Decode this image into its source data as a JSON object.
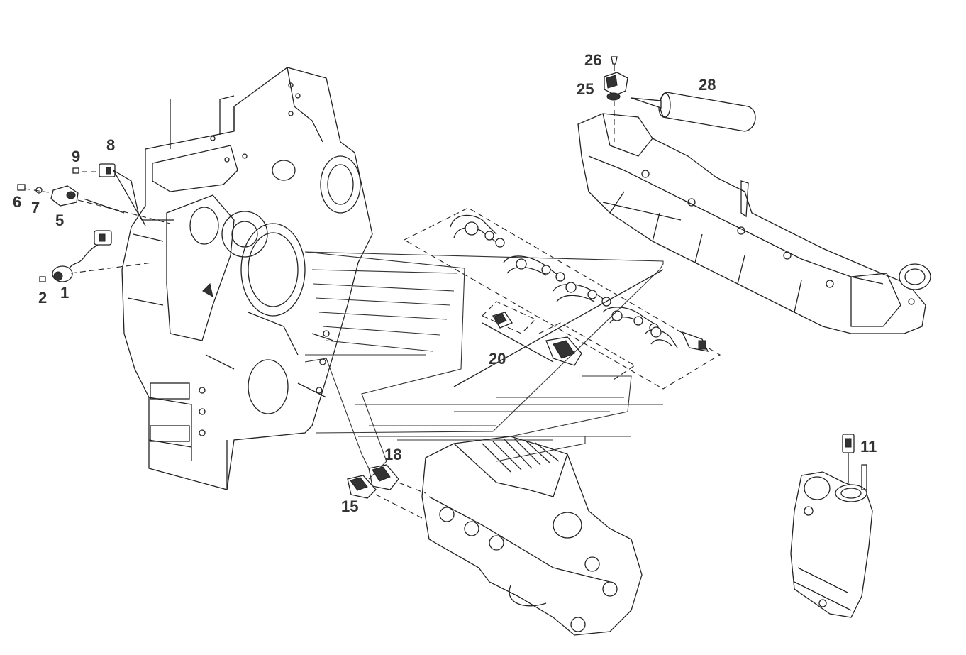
{
  "labels": [
    {
      "id": "26",
      "text": "26"
    },
    {
      "id": "25",
      "text": "25"
    },
    {
      "id": "28",
      "text": "28"
    },
    {
      "id": "8",
      "text": "8"
    },
    {
      "id": "9",
      "text": "9"
    },
    {
      "id": "6",
      "text": "6"
    },
    {
      "id": "7",
      "text": "7"
    },
    {
      "id": "5",
      "text": "5"
    },
    {
      "id": "2",
      "text": "2"
    },
    {
      "id": "1",
      "text": "1"
    },
    {
      "id": "20",
      "text": "20"
    },
    {
      "id": "18",
      "text": "18"
    },
    {
      "id": "15",
      "text": "15"
    },
    {
      "id": "11",
      "text": "11"
    }
  ]
}
